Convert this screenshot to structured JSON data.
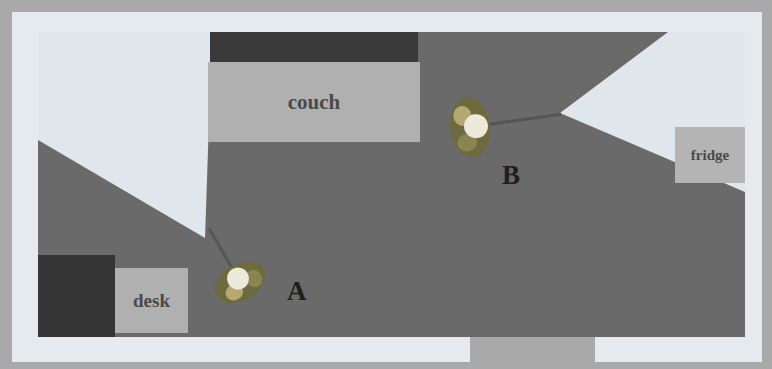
{
  "diagram": {
    "nodes": [
      {
        "text": [
          "couch"
        ]
      },
      {
        "text": [
          "fridge"
        ]
      },
      {
        "text": [
          "desk"
        ]
      }
    ],
    "labels": [
      "B",
      "A"
    ]
  }
}
